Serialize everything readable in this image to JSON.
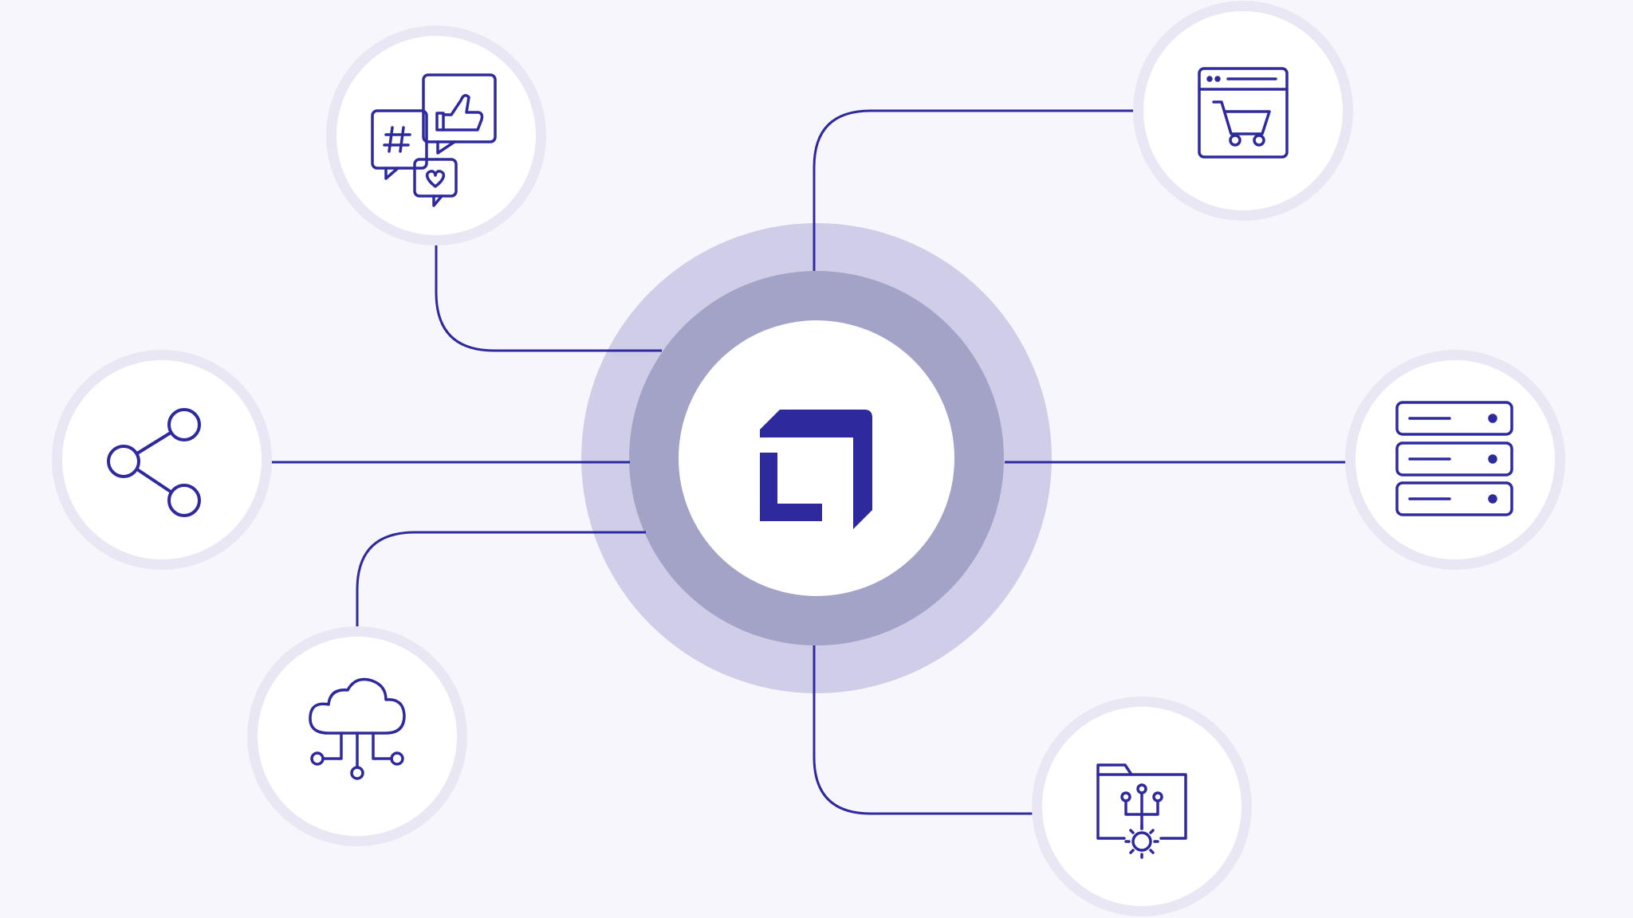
{
  "colors": {
    "background": "#f7f6fc",
    "accent": "#2e2a9e",
    "halo_outer": "#cfcde8",
    "halo_inner": "#a3a2c7",
    "node_ring": "#e9e7f3",
    "node_fill": "#ffffff"
  },
  "hub": {
    "icon": "logo-mark-icon"
  },
  "nodes": [
    {
      "id": "social",
      "icon": "social-media-engagement-icon"
    },
    {
      "id": "share",
      "icon": "share-icon"
    },
    {
      "id": "cloud",
      "icon": "cloud-network-icon"
    },
    {
      "id": "ecommerce",
      "icon": "shopping-cart-browser-icon"
    },
    {
      "id": "servers",
      "icon": "server-stack-icon"
    },
    {
      "id": "folder",
      "icon": "folder-settings-network-icon"
    }
  ]
}
